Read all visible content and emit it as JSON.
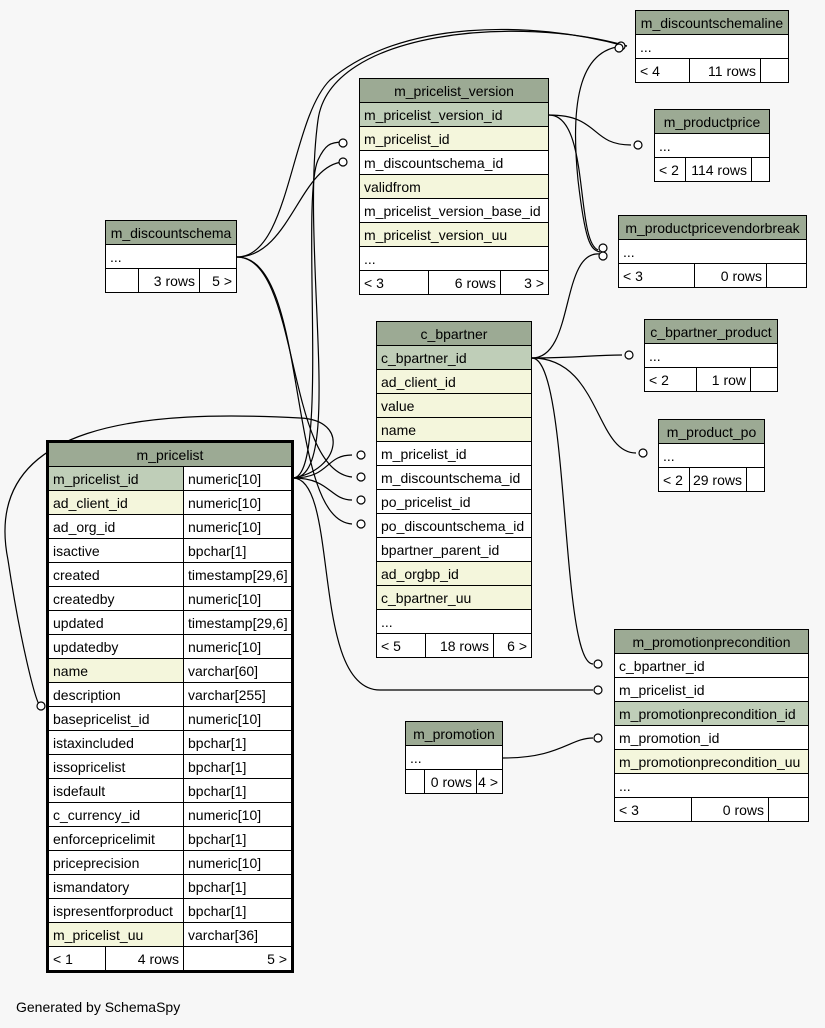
{
  "footer": "Generated by SchemaSpy",
  "m_discountschemaline": {
    "title": "m_discountschemaline",
    "row1": "...",
    "footer": [
      "< 4",
      "11 rows",
      ""
    ]
  },
  "m_pricelist_version": {
    "title": "m_pricelist_version",
    "columns": [
      "m_pricelist_version_id",
      "m_pricelist_id",
      "m_discountschema_id",
      "validfrom",
      "m_pricelist_version_base_id",
      "m_pricelist_version_uu",
      "..."
    ],
    "footer": [
      "< 3",
      "6 rows",
      "3 >"
    ]
  },
  "m_productprice": {
    "title": "m_productprice",
    "row1": "...",
    "footer": [
      "< 2",
      "114 rows",
      ""
    ]
  },
  "m_productpricevendorbreak": {
    "title": "m_productpricevendorbreak",
    "row1": "...",
    "footer": [
      "< 3",
      "0 rows",
      ""
    ]
  },
  "m_discountschema": {
    "title": "m_discountschema",
    "row1": "...",
    "footer": [
      "",
      "3 rows",
      "5 >"
    ]
  },
  "c_bpartner": {
    "title": "c_bpartner",
    "columns": [
      "c_bpartner_id",
      "ad_client_id",
      "value",
      "name",
      "m_pricelist_id",
      "m_discountschema_id",
      "po_pricelist_id",
      "po_discountschema_id",
      "bpartner_parent_id",
      "ad_orgbp_id",
      "c_bpartner_uu",
      "..."
    ],
    "footer": [
      "< 5",
      "18 rows",
      "6 >"
    ]
  },
  "c_bpartner_product": {
    "title": "c_bpartner_product",
    "row1": "...",
    "footer": [
      "< 2",
      "1 row",
      ""
    ]
  },
  "m_product_po": {
    "title": "m_product_po",
    "row1": "...",
    "footer": [
      "< 2",
      "29 rows",
      ""
    ]
  },
  "m_pricelist": {
    "title": "m_pricelist",
    "columns": [
      [
        "m_pricelist_id",
        "numeric[10]"
      ],
      [
        "ad_client_id",
        "numeric[10]"
      ],
      [
        "ad_org_id",
        "numeric[10]"
      ],
      [
        "isactive",
        "bpchar[1]"
      ],
      [
        "created",
        "timestamp[29,6]"
      ],
      [
        "createdby",
        "numeric[10]"
      ],
      [
        "updated",
        "timestamp[29,6]"
      ],
      [
        "updatedby",
        "numeric[10]"
      ],
      [
        "name",
        "varchar[60]"
      ],
      [
        "description",
        "varchar[255]"
      ],
      [
        "basepricelist_id",
        "numeric[10]"
      ],
      [
        "istaxincluded",
        "bpchar[1]"
      ],
      [
        "issopricelist",
        "bpchar[1]"
      ],
      [
        "isdefault",
        "bpchar[1]"
      ],
      [
        "c_currency_id",
        "numeric[10]"
      ],
      [
        "enforcepricelimit",
        "bpchar[1]"
      ],
      [
        "priceprecision",
        "numeric[10]"
      ],
      [
        "ismandatory",
        "bpchar[1]"
      ],
      [
        "ispresentforproduct",
        "bpchar[1]"
      ],
      [
        "m_pricelist_uu",
        "varchar[36]"
      ]
    ],
    "footer": [
      "< 1",
      "4 rows",
      "5 >"
    ]
  },
  "m_promotionprecondition": {
    "title": "m_promotionprecondition",
    "columns": [
      "c_bpartner_id",
      "m_pricelist_id",
      "m_promotionprecondition_id",
      "m_promotion_id",
      "m_promotionprecondition_uu",
      "..."
    ],
    "footer": [
      "< 3",
      "0 rows",
      ""
    ]
  },
  "m_promotion": {
    "title": "m_promotion",
    "row1": "...",
    "footer": [
      "",
      "0 rows",
      "4 >"
    ]
  }
}
